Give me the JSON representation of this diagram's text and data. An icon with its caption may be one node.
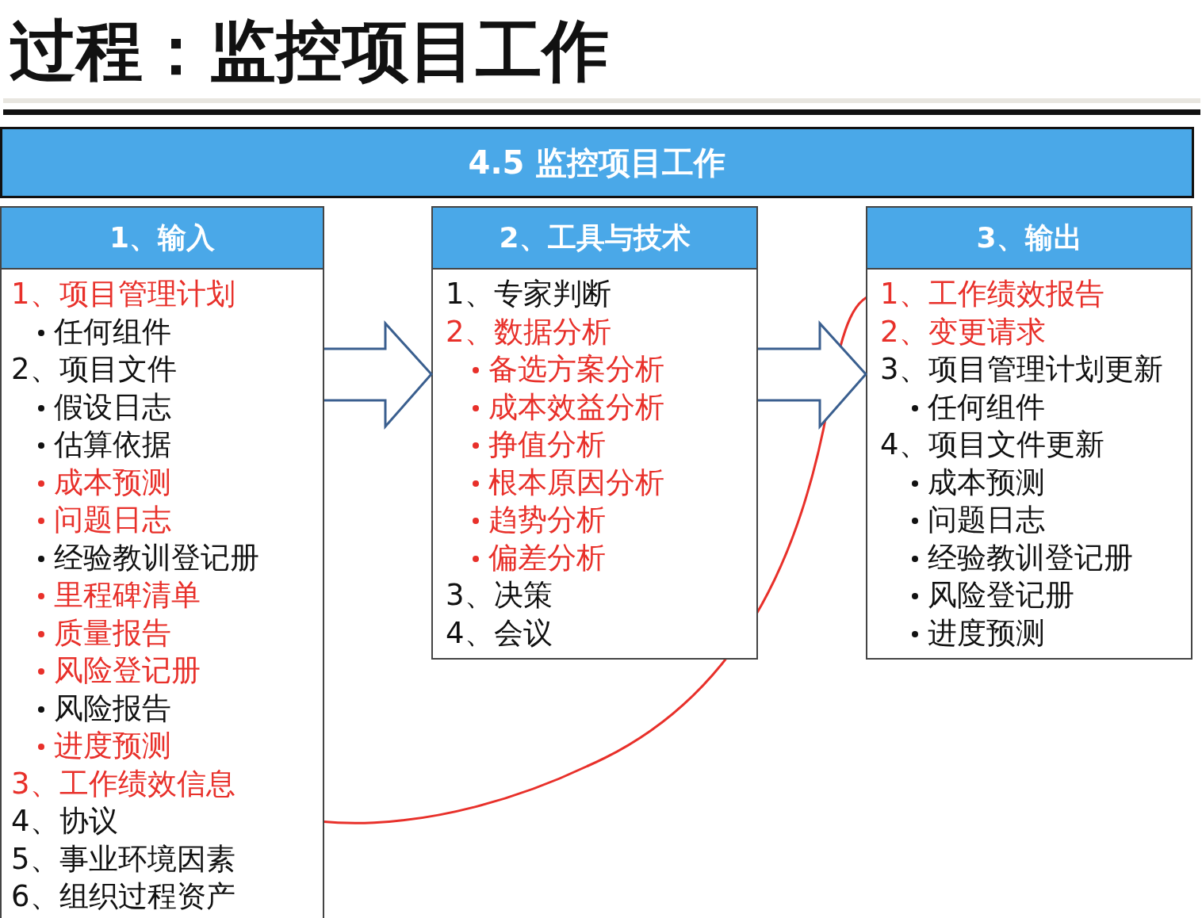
{
  "diagram": {
    "title": "过程：监控项目工作",
    "nodes": [
      {
        "text": [
          "4.5 监控项目工作"
        ]
      },
      {
        "text": [
          "1、输入"
        ]
      },
      {
        "text": [
          "1、项目管理计划"
        ],
        "in": 1
      },
      {
        "text": [
          "任何组件"
        ],
        "in": 1
      },
      {
        "text": [
          "2、项目文件"
        ],
        "in": 1
      },
      {
        "text": [
          "假设日志"
        ],
        "in": 1
      },
      {
        "text": [
          "估算依据"
        ],
        "in": 1
      },
      {
        "text": [
          "成本预测"
        ],
        "in": 1
      },
      {
        "text": [
          "问题日志"
        ],
        "in": 1
      },
      {
        "text": [
          "经验教训登记册"
        ],
        "in": 1
      },
      {
        "text": [
          "里程碑清单"
        ],
        "in": 1
      },
      {
        "text": [
          "质量报告"
        ],
        "in": 1
      },
      {
        "text": [
          "风险登记册"
        ],
        "in": 1
      },
      {
        "text": [
          "风险报告"
        ],
        "in": 1
      },
      {
        "text": [
          "进度预测"
        ],
        "in": 1
      },
      {
        "text": [
          "3、工作绩效信息"
        ],
        "in": 1
      },
      {
        "text": [
          "4、协议"
        ],
        "in": 1
      },
      {
        "text": [
          "5、事业环境因素"
        ],
        "in": 1
      },
      {
        "text": [
          "6、组织过程资产"
        ],
        "in": 1
      },
      {
        "text": [
          "2、工具与技术"
        ]
      },
      {
        "text": [
          "1、专家判断"
        ],
        "in": 19
      },
      {
        "text": [
          "2、数据分析"
        ],
        "in": 19
      },
      {
        "text": [
          "备选方案分析"
        ],
        "in": 19
      },
      {
        "text": [
          "成本效益分析"
        ],
        "in": 19
      },
      {
        "text": [
          "挣值分析"
        ],
        "in": 19
      },
      {
        "text": [
          "根本原因分析"
        ],
        "in": 19
      },
      {
        "text": [
          "趋势分析"
        ],
        "in": 19
      },
      {
        "text": [
          "偏差分析"
        ],
        "in": 19
      },
      {
        "text": [
          "3、决策"
        ],
        "in": 19
      },
      {
        "text": [
          "4、会议"
        ],
        "in": 19
      },
      {
        "text": [
          "3、输出"
        ]
      },
      {
        "text": [
          "1、工作绩效报告"
        ],
        "in": 30
      },
      {
        "text": [
          "2、变更请求"
        ],
        "in": 30
      },
      {
        "text": [
          "3、项目管理计划更新"
        ],
        "in": 30
      },
      {
        "text": [
          "任何组件"
        ],
        "in": 30
      },
      {
        "text": [
          "4、项目文件更新"
        ],
        "in": 30
      },
      {
        "text": [
          "成本预测"
        ],
        "in": 30
      },
      {
        "text": [
          "问题日志"
        ],
        "in": 30
      },
      {
        "text": [
          "经验教训登记册"
        ],
        "in": 30
      },
      {
        "text": [
          "风险登记册"
        ],
        "in": 30
      },
      {
        "text": [
          "进度预测"
        ],
        "in": 30
      }
    ],
    "edges": [
      {
        "from": 1,
        "to": 19,
        "arrow": "to"
      },
      {
        "from": 19,
        "to": 30,
        "arrow": "to"
      },
      {
        "from": 15,
        "to": 31,
        "arrow": "none",
        "color": "#e8302a"
      }
    ]
  }
}
